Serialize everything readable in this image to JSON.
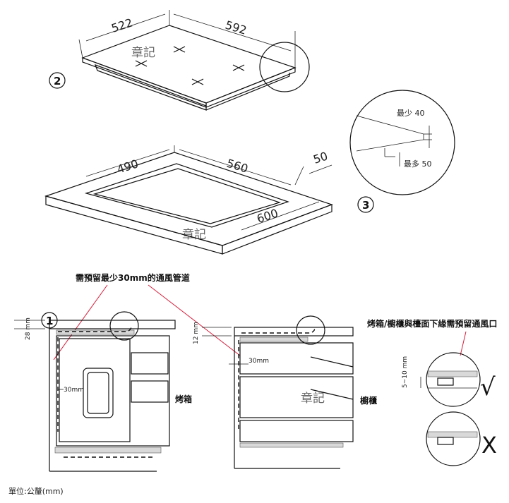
{
  "top": {
    "dim_depth": "522",
    "dim_width": "592",
    "watermark": "章記",
    "step": "2"
  },
  "cutout": {
    "dim_depth": "490",
    "dim_width": "560",
    "dim_edge": "50",
    "dim_counter": "600",
    "watermark": "章記"
  },
  "detail3": {
    "min_label": "最少 40",
    "max_label": "最多 50",
    "step": "3"
  },
  "section1": {
    "step": "1",
    "vent_note": "需預留最少30mm的通風管道",
    "dim_28": "28 mm",
    "dim_30_left": "30mm",
    "oven_label": "烤箱",
    "dim_12": "12 mm",
    "dim_30_right": "30mm",
    "cabinet_label": "櫥櫃",
    "watermark": "章記"
  },
  "gap_detail": {
    "note": "烤箱/櫥櫃與檯面下緣需預留通風口",
    "dim_gap": "5~10 mm",
    "ok_mark": "√",
    "ng_mark": "X"
  },
  "footer": {
    "unit": "單位:公釐(mm)"
  }
}
